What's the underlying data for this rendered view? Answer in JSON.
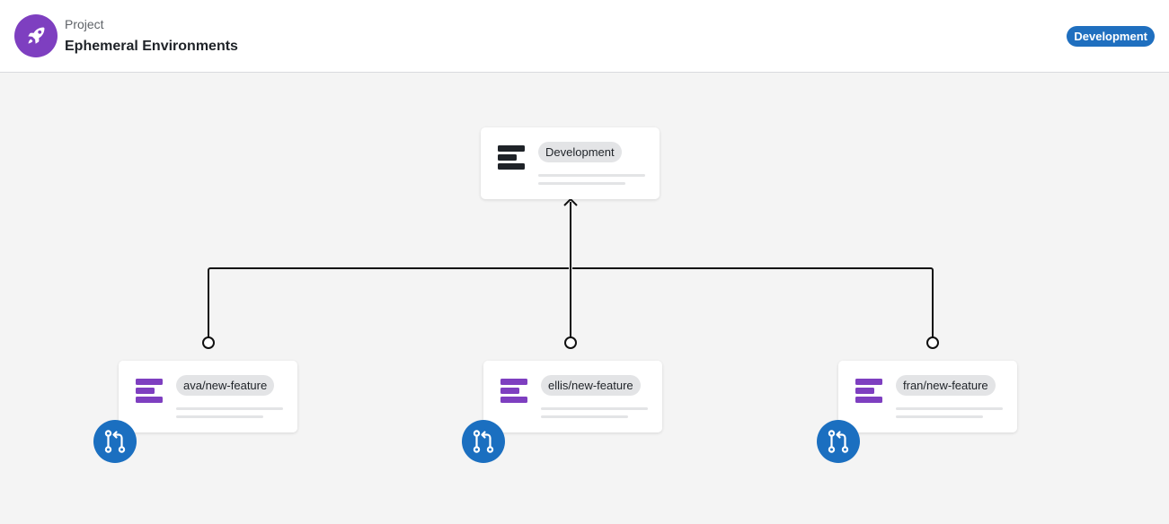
{
  "header": {
    "logo_icon": "rocket-icon",
    "eyebrow": "Project",
    "title": "Ephemeral Environments",
    "environment_badge": "Development"
  },
  "colors": {
    "brand": "#7e3fc0",
    "accent": "#1f6fbf",
    "pr_badge": "#1b6fc0",
    "parent_server_icon": "#1f2328",
    "branch_server_icon": "#7e3fc0",
    "canvas": "#f4f4f4"
  },
  "graph": {
    "parent": {
      "label": "Development",
      "icon": "server-icon"
    },
    "branches": [
      {
        "label": "ava/new-feature",
        "icon": "server-icon",
        "badge_icon": "pull-request-icon"
      },
      {
        "label": "ellis/new-feature",
        "icon": "server-icon",
        "badge_icon": "pull-request-icon"
      },
      {
        "label": "fran/new-feature",
        "icon": "server-icon",
        "badge_icon": "pull-request-icon"
      }
    ]
  }
}
